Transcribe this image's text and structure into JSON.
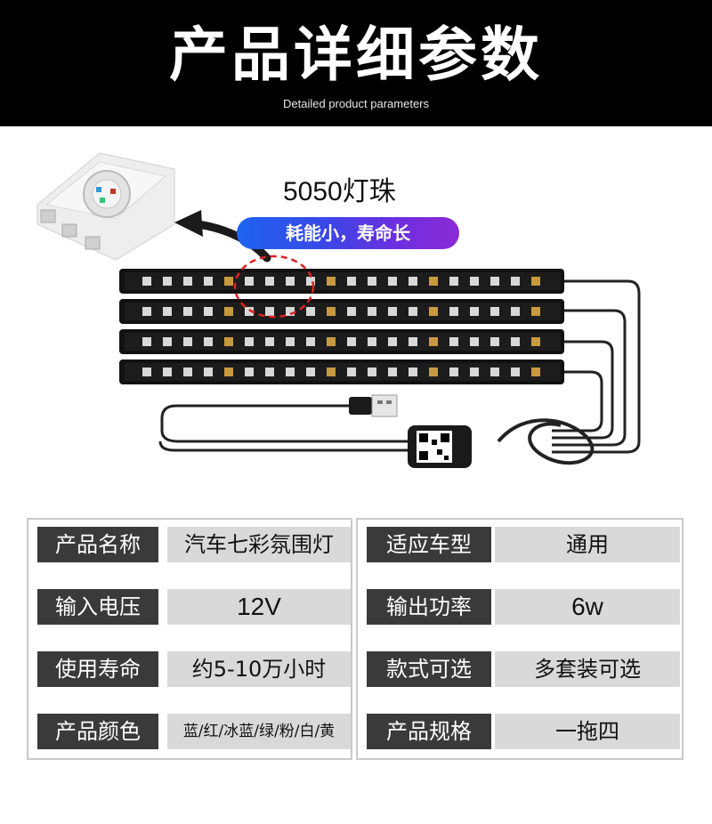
{
  "header": {
    "title": "产品详细参数",
    "subtitle": "Detailed product parameters"
  },
  "product": {
    "chip_label": "5050灯珠",
    "feature_pill": "耗能小，寿命长"
  },
  "specs_left": [
    {
      "key": "产品名称",
      "value": "汽车七彩氛围灯"
    },
    {
      "key": "输入电压",
      "value": "12V"
    },
    {
      "key": "使用寿命",
      "value": "约5-10万小时"
    },
    {
      "key": "产品颜色",
      "value": "蓝/红/冰蓝/绿/粉/白/黄"
    }
  ],
  "specs_right": [
    {
      "key": "适应车型",
      "value": "通用"
    },
    {
      "key": "输出功率",
      "value": "6w"
    },
    {
      "key": "款式可选",
      "value": "多套装可选"
    },
    {
      "key": "产品规格",
      "value": "一拖四"
    }
  ],
  "colors": {
    "header_bg": "#000000",
    "key_bg": "#3a3a3a",
    "value_bg": "#d9d9d9",
    "pill_start": "#1d63f0",
    "pill_end": "#8b2ad6",
    "dashed_circle": "#e02020"
  }
}
